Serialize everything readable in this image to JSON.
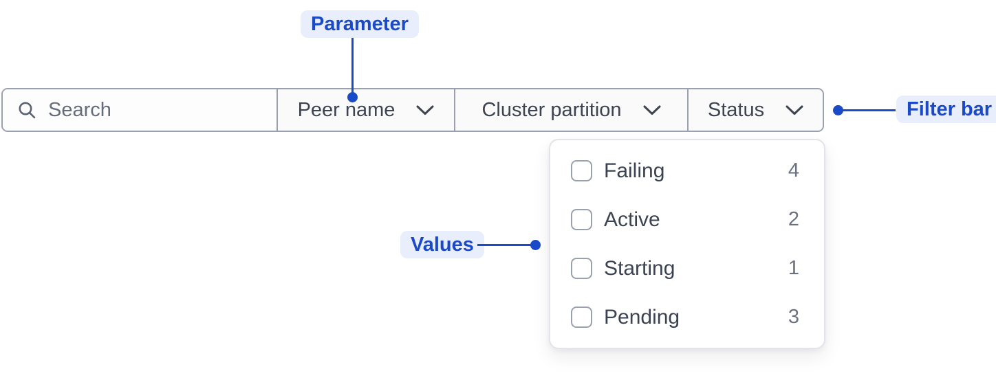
{
  "annotations": {
    "parameter": "Parameter",
    "filter_bar": "Filter bar",
    "values": "Values"
  },
  "filter_bar": {
    "search": {
      "placeholder": "Search",
      "value": ""
    },
    "parameters": [
      {
        "label": "Peer name"
      },
      {
        "label": "Cluster partition"
      },
      {
        "label": "Status"
      }
    ]
  },
  "status_dropdown": {
    "options": [
      {
        "label": "Failing",
        "count": "4",
        "checked": false
      },
      {
        "label": "Active",
        "count": "2",
        "checked": false
      },
      {
        "label": "Starting",
        "count": "1",
        "checked": false
      },
      {
        "label": "Pending",
        "count": "3",
        "checked": false
      }
    ]
  },
  "icons": {
    "search": "search-icon",
    "chevron": "chevron-down-icon"
  },
  "colors": {
    "accent_blue": "#1b4ac9",
    "annotation_bg": "#e8eefb",
    "bar_border": "#9aa0ad",
    "text_dark": "#3d4350",
    "text_muted": "#666d7a",
    "panel_border": "#e3e4e9",
    "count_gray": "#6a7280"
  }
}
